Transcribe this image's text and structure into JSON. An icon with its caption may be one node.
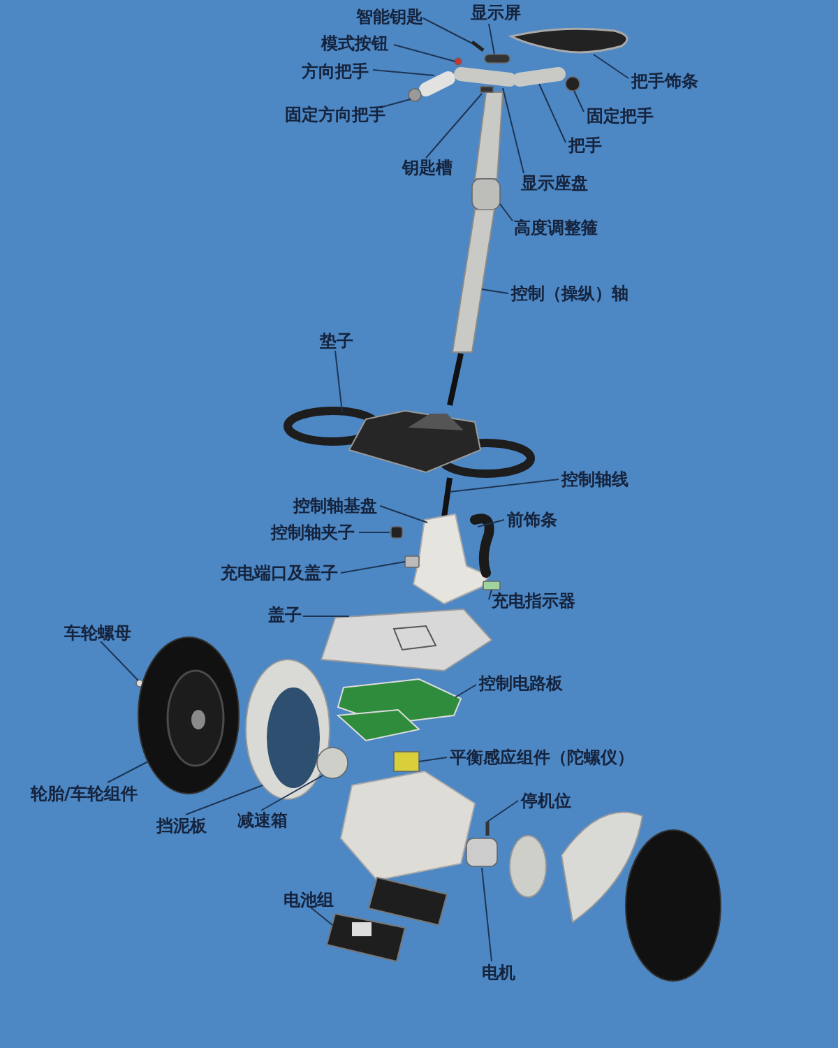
{
  "diagram": {
    "nodes": [
      {
        "text": [
          "智能钥匙"
        ]
      },
      {
        "text": [
          "显示屏"
        ]
      },
      {
        "text": [
          "模式按钮"
        ]
      },
      {
        "text": [
          "方向把手"
        ]
      },
      {
        "text": [
          "固定方向把手"
        ]
      },
      {
        "text": [
          "把手饰条"
        ]
      },
      {
        "text": [
          "固定把手"
        ]
      },
      {
        "text": [
          "把手"
        ]
      },
      {
        "text": [
          "钥匙槽"
        ]
      },
      {
        "text": [
          "显示座盘"
        ]
      },
      {
        "text": [
          "高度调整箍"
        ]
      },
      {
        "text": [
          "控制（操纵）轴"
        ]
      },
      {
        "text": [
          "垫子"
        ]
      },
      {
        "text": [
          "控制轴线"
        ]
      },
      {
        "text": [
          "控制轴基盘"
        ]
      },
      {
        "text": [
          "前饰条"
        ]
      },
      {
        "text": [
          "控制轴夹子"
        ]
      },
      {
        "text": [
          "充电端口及盖子"
        ]
      },
      {
        "text": [
          "充电指示器"
        ]
      },
      {
        "text": [
          "盖子"
        ]
      },
      {
        "text": [
          "车轮螺母"
        ]
      },
      {
        "text": [
          "控制电路板"
        ]
      },
      {
        "text": [
          "平衡感应组件（陀螺仪）"
        ]
      },
      {
        "text": [
          "停机位"
        ]
      },
      {
        "text": [
          "轮胎/车轮组件"
        ]
      },
      {
        "text": [
          "挡泥板"
        ]
      },
      {
        "text": [
          "减速箱"
        ]
      },
      {
        "text": [
          "电池组"
        ]
      },
      {
        "text": [
          "电机"
        ]
      },
      {
        "text": [],
        "shape": "picture"
      },
      {
        "text": [],
        "shape": "box"
      },
      {
        "text": [],
        "shape": "circle"
      },
      {
        "text": [],
        "shape": "picture"
      },
      {
        "text": [],
        "shape": "circle"
      },
      {
        "text": [],
        "shape": "picture"
      },
      {
        "text": [],
        "shape": "circle"
      },
      {
        "text": [],
        "shape": "picture"
      },
      {
        "text": [],
        "shape": "box"
      },
      {
        "text": [],
        "shape": "picture"
      },
      {
        "text": [],
        "shape": "box"
      },
      {
        "text": [],
        "shape": "picture"
      },
      {
        "text": [],
        "shape": "picture"
      },
      {
        "text": [],
        "shape": "picture"
      },
      {
        "text": [],
        "shape": "picture"
      },
      {
        "text": [],
        "shape": "picture"
      },
      {
        "text": [],
        "shape": "box"
      },
      {
        "text": [],
        "shape": "box"
      },
      {
        "text": [],
        "shape": "box"
      },
      {
        "text": [],
        "shape": "picture"
      },
      {
        "text": [],
        "shape": "circle"
      },
      {
        "text": [],
        "shape": "picture"
      },
      {
        "text": [],
        "shape": "box"
      },
      {
        "text": [],
        "shape": "picture"
      },
      {
        "text": [],
        "shape": "picture"
      },
      {
        "text": [],
        "shape": "picture"
      },
      {
        "text": [],
        "shape": "circle"
      },
      {
        "text": [],
        "shape": "picture"
      },
      {
        "text": [],
        "shape": "box"
      }
    ],
    "edges": [
      {
        "from": 0,
        "to": 29,
        "arrow": "none"
      },
      {
        "from": 1,
        "to": 30,
        "arrow": "none"
      },
      {
        "from": 2,
        "to": 31,
        "arrow": "none"
      },
      {
        "from": 3,
        "to": 32,
        "arrow": "none"
      },
      {
        "from": 4,
        "to": 33,
        "arrow": "none"
      },
      {
        "from": 5,
        "to": 34,
        "arrow": "none"
      },
      {
        "from": 6,
        "to": 35,
        "arrow": "none"
      },
      {
        "from": 7,
        "to": 36,
        "arrow": "none"
      },
      {
        "from": 8,
        "to": 37,
        "arrow": "none"
      },
      {
        "from": 9,
        "to": 38,
        "arrow": "none"
      },
      {
        "from": 10,
        "to": 39,
        "arrow": "none"
      },
      {
        "from": 11,
        "to": 40,
        "arrow": "none"
      },
      {
        "from": 12,
        "to": 41,
        "arrow": "none"
      },
      {
        "from": 13,
        "to": 42,
        "arrow": "none"
      },
      {
        "from": 14,
        "to": 43,
        "arrow": "none"
      },
      {
        "from": 15,
        "to": 44,
        "arrow": "none"
      },
      {
        "from": 16,
        "to": 45,
        "arrow": "none"
      },
      {
        "from": 17,
        "to": 46,
        "arrow": "none"
      },
      {
        "from": 18,
        "to": 47,
        "arrow": "none"
      },
      {
        "from": 19,
        "to": 48,
        "arrow": "none"
      },
      {
        "from": 20,
        "to": 49,
        "arrow": "none"
      },
      {
        "from": 21,
        "to": 50,
        "arrow": "none"
      },
      {
        "from": 22,
        "to": 51,
        "arrow": "none"
      },
      {
        "from": 23,
        "to": 52,
        "arrow": "none"
      },
      {
        "from": 24,
        "to": 53,
        "arrow": "none"
      },
      {
        "from": 25,
        "to": 54,
        "arrow": "none"
      },
      {
        "from": 26,
        "to": 55,
        "arrow": "none"
      },
      {
        "from": 27,
        "to": 56,
        "arrow": "none"
      },
      {
        "from": 28,
        "to": 57,
        "arrow": "none"
      }
    ]
  }
}
